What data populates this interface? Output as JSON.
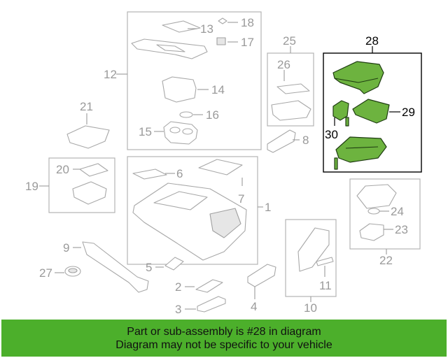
{
  "colors": {
    "banner_bg": "#4caf2b",
    "highlight_part": "#6db33f",
    "diagram_gray": "#9a9a9a",
    "highlight_stroke": "#000000"
  },
  "banner": {
    "line1": "Part or sub-assembly is #28 in diagram",
    "line2": "Diagram may not be specific to your vehicle"
  },
  "callouts": {
    "c1": "1",
    "c2": "2",
    "c3": "3",
    "c4": "4",
    "c5": "5",
    "c6": "6",
    "c7": "7",
    "c8": "8",
    "c9": "9",
    "c10": "10",
    "c11": "11",
    "c12": "12",
    "c13": "13",
    "c14": "14",
    "c15": "15",
    "c16": "16",
    "c17": "17",
    "c18": "18",
    "c19": "19",
    "c20": "20",
    "c21": "21",
    "c22": "22",
    "c23": "23",
    "c24": "24",
    "c25": "25",
    "c26": "26",
    "c27": "27",
    "c28": "28",
    "c29": "29",
    "c30": "30"
  },
  "highlighted_assembly": "28"
}
